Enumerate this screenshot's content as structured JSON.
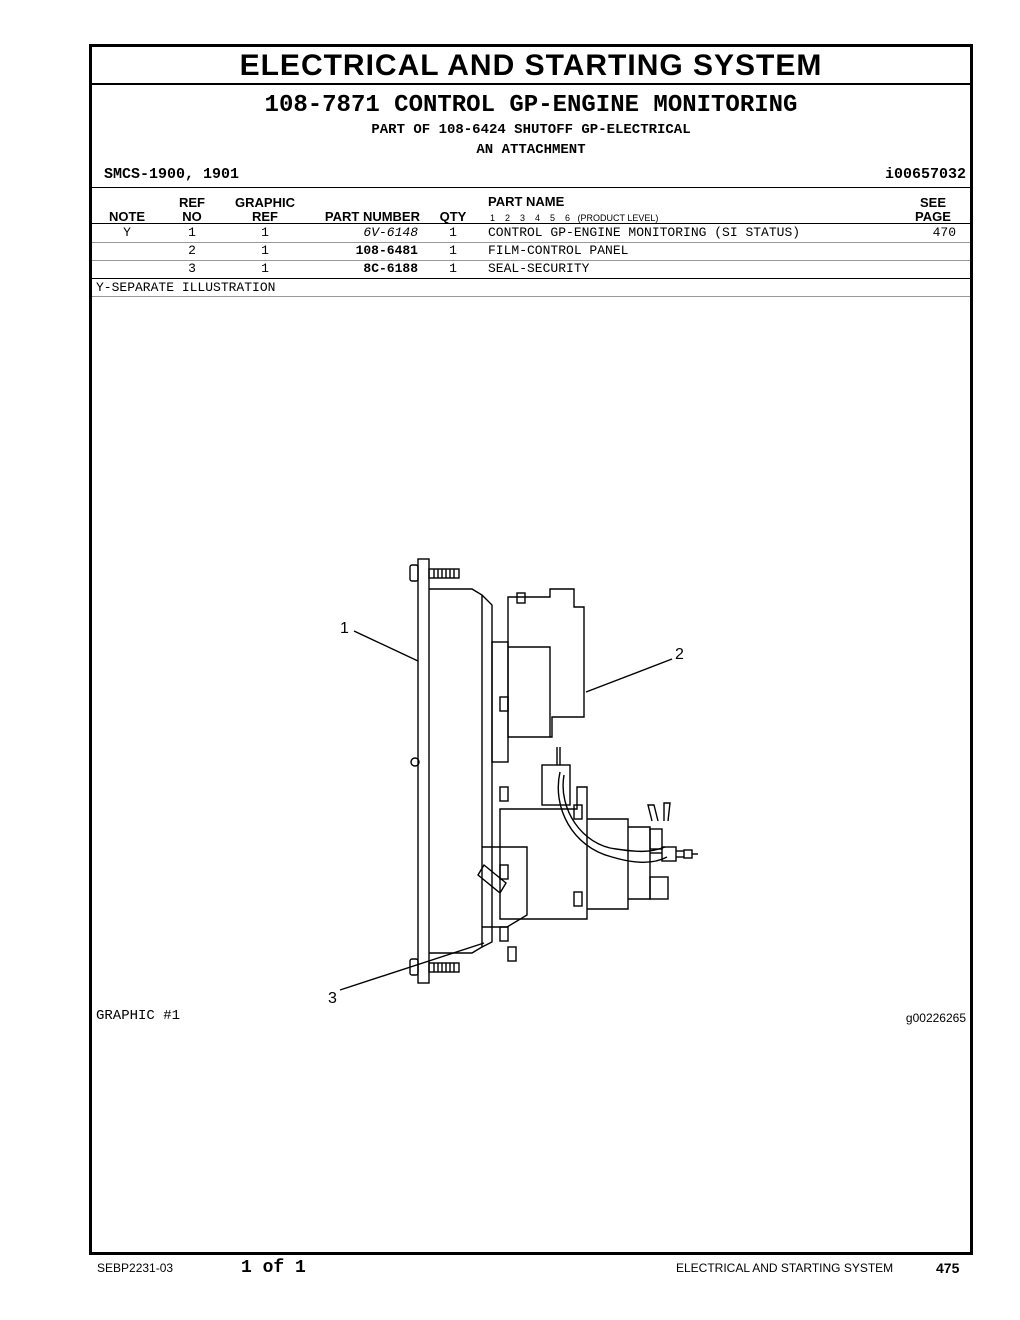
{
  "header": {
    "section_title": "ELECTRICAL AND STARTING SYSTEM",
    "group_number": "108-7871",
    "group_name": "CONTROL GP-ENGINE MONITORING",
    "part_of": "PART OF 108-6424 SHUTOFF GP-ELECTRICAL",
    "attachment": "AN ATTACHMENT",
    "smcs": "SMCS-1900, 1901",
    "info_id": "i00657032"
  },
  "table": {
    "headers": {
      "note": "NOTE",
      "ref_top": "REF",
      "ref_bottom": "NO",
      "graphic_top": "GRAPHIC",
      "graphic_bottom": "REF",
      "part_number": "PART NUMBER",
      "qty": "QTY",
      "part_name": "PART NAME",
      "product_level": "1    2    3    4    5    6   (PRODUCT LEVEL)",
      "see_top": "SEE",
      "see_bottom": "PAGE"
    },
    "rows": [
      {
        "note": "Y",
        "ref": "1",
        "graphic_ref": "1",
        "part_number": "6V-6148",
        "qty": "1",
        "part_name": "CONTROL GP-ENGINE MONITORING (SI STATUS)",
        "see_page": "470"
      },
      {
        "note": "",
        "ref": "2",
        "graphic_ref": "1",
        "part_number": "108-6481",
        "qty": "1",
        "part_name": "FILM-CONTROL PANEL",
        "see_page": ""
      },
      {
        "note": "",
        "ref": "3",
        "graphic_ref": "1",
        "part_number": "8C-6188",
        "qty": "1",
        "part_name": "SEAL-SECURITY",
        "see_page": ""
      }
    ],
    "footnote": "Y-SEPARATE ILLUSTRATION"
  },
  "graphic": {
    "callouts": [
      "1",
      "2",
      "3"
    ],
    "label": "GRAPHIC #1",
    "id": "g00226265"
  },
  "footer": {
    "doc_number": "SEBP2231-03",
    "page_of": "1 of 1",
    "section": "ELECTRICAL AND STARTING SYSTEM",
    "page_number": "475"
  }
}
